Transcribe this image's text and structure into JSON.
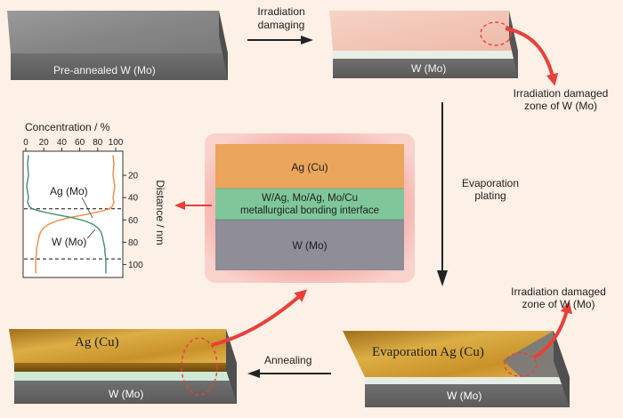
{
  "steps": {
    "s1": {
      "label": "Pre-annealed W (Mo)"
    },
    "arrow1": {
      "line1": "Irradiation",
      "line2": "damaging"
    },
    "s2": {
      "label": "W (Mo)",
      "damage_line1": "Irradiation damaged",
      "damage_line2": "zone of W (Mo)"
    },
    "arrow2": {
      "line1": "Evaporation",
      "line2": "plating"
    },
    "s3": {
      "coat_label": "Evaporation Ag (Cu)",
      "base_label": "W (Mo)",
      "damage_line1": "Irradiation  damaged",
      "damage_line2": "zone of W (Mo)"
    },
    "arrow3": {
      "label": "Annealing"
    },
    "s4": {
      "coat_label": "Ag (Cu)",
      "base_label": "W (Mo)"
    }
  },
  "interface_box": {
    "top_label": "Ag (Cu)",
    "middle_line1": "W/Ag, Mo/Ag, Mo/Cu",
    "middle_line2": "metallurgical bonding interface",
    "bottom_label": "W (Mo)"
  },
  "chart_data": {
    "type": "line",
    "title": "Concentration / %",
    "ylabel": "Distance / nm",
    "xlim": [
      0,
      100
    ],
    "ylim": [
      0,
      110
    ],
    "x_ticks": [
      "0",
      "20",
      "40",
      "60",
      "80",
      "100"
    ],
    "y_ticks": [
      "20",
      "40",
      "60",
      "80",
      "100"
    ],
    "series": [
      {
        "name": "Ag (Mo)",
        "color": "#f08a3c",
        "x": [
          97,
          98,
          97,
          99,
          97,
          98,
          97,
          96,
          93,
          85,
          68,
          48,
          34,
          25,
          20,
          17,
          15,
          14,
          13,
          12,
          12,
          11,
          11,
          11,
          11
        ],
        "y": [
          2,
          10,
          20,
          30,
          40,
          44,
          46,
          48,
          50,
          52,
          55,
          58,
          61,
          64,
          67,
          70,
          74,
          78,
          82,
          86,
          90,
          94,
          98,
          103,
          108
        ]
      },
      {
        "name": "W (Mo)",
        "color": "#3f8e6f",
        "x": [
          3,
          2,
          3,
          1,
          3,
          2,
          3,
          4,
          7,
          15,
          32,
          52,
          66,
          75,
          80,
          83,
          85,
          86,
          87,
          88,
          88,
          89,
          89,
          89,
          89
        ],
        "y": [
          2,
          10,
          20,
          30,
          40,
          44,
          46,
          48,
          50,
          52,
          55,
          58,
          61,
          64,
          67,
          70,
          74,
          78,
          82,
          86,
          90,
          94,
          98,
          103,
          108
        ]
      }
    ],
    "reference_lines": [
      50,
      95
    ],
    "colors": {
      "ag": "#f08a3c",
      "w": "#3f8e6f"
    }
  },
  "colors": {
    "background": "#fdf0e6",
    "tungsten_top": "#868686",
    "tungsten_side": "#5f5f5f",
    "damaged_top": "#f2c7b8",
    "silver_coat": "#d8a93a",
    "interface_green": "#7fc79a",
    "silver_box": "#eba55c",
    "tungsten_box": "#8e8d98",
    "arrow_red": "#e8403a"
  }
}
